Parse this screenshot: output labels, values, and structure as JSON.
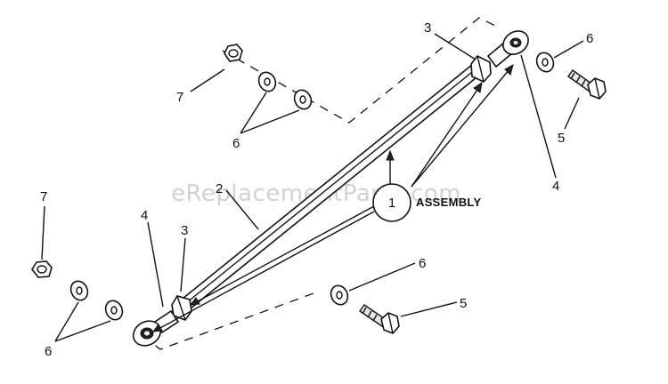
{
  "watermark": "eReplacementParts.com",
  "assembly_label": "ASSEMBLY",
  "callouts": {
    "c1": "1",
    "c2": "2",
    "c3_top": "3",
    "c3_bottom": "3",
    "c4_top": "4",
    "c4_bottom": "4",
    "c5_top": "5",
    "c5_bottom": "5",
    "c6_top_right": "6",
    "c6_top_left": "6",
    "c6_bottom_middle": "6",
    "c6_bottom_left": "6",
    "c7_top": "7",
    "c7_bottom": "7"
  }
}
